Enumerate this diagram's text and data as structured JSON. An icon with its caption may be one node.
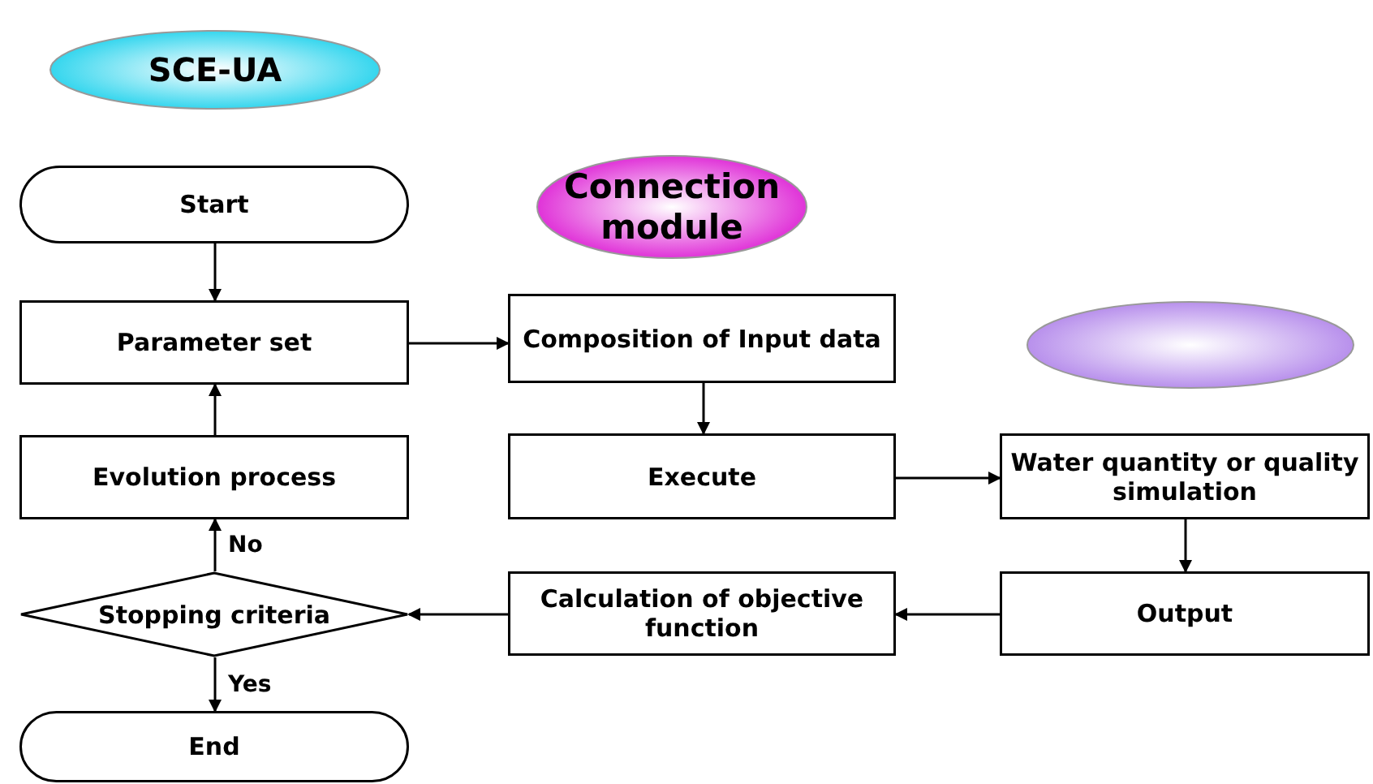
{
  "diagram": {
    "nodes": [
      {
        "text": [
          "SCE-UA"
        ]
      },
      {
        "text": [
          "Start"
        ]
      },
      {
        "text": [
          "Connection module"
        ]
      },
      {
        "text": [
          "Parameter set"
        ]
      },
      {
        "text": [
          "Composition of Input data"
        ]
      },
      {
        "text": [],
        "shape": "ellipse"
      },
      {
        "text": [
          "Evolution process"
        ]
      },
      {
        "text": [
          "Execute"
        ]
      },
      {
        "text": [
          "Water quantity or quality simulation"
        ]
      },
      {
        "text": [
          "Stopping criteria"
        ]
      },
      {
        "text": [
          "Calculation of objective function"
        ]
      },
      {
        "text": [
          "Output"
        ]
      },
      {
        "text": [
          "End"
        ]
      }
    ],
    "edges": [
      {
        "from": 1,
        "to": 3,
        "arrow": "to"
      },
      {
        "from": 3,
        "to": 4,
        "arrow": "to"
      },
      {
        "from": 4,
        "to": 7,
        "arrow": "to"
      },
      {
        "from": 7,
        "to": 8,
        "arrow": "to"
      },
      {
        "from": 8,
        "to": 11,
        "arrow": "to"
      },
      {
        "from": 11,
        "to": 10,
        "arrow": "to"
      },
      {
        "from": 10,
        "to": 9,
        "arrow": "to"
      },
      {
        "from": 9,
        "to": 6,
        "arrow": "to",
        "label": "No"
      },
      {
        "from": 6,
        "to": 3,
        "arrow": "to"
      },
      {
        "from": 9,
        "to": 12,
        "arrow": "to",
        "label": "Yes"
      }
    ]
  }
}
